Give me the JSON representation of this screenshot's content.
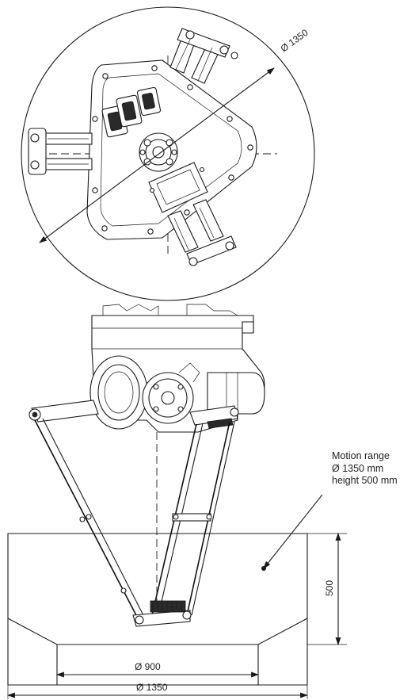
{
  "dimensions": {
    "top_diameter": "Ø 1350",
    "inner_diameter": "Ø 900",
    "outer_diameter": "Ø 1350",
    "height": "500"
  },
  "motion_note": {
    "line1": "Motion range",
    "line2": "Ø 1350 mm",
    "line3": "height 500 mm"
  }
}
